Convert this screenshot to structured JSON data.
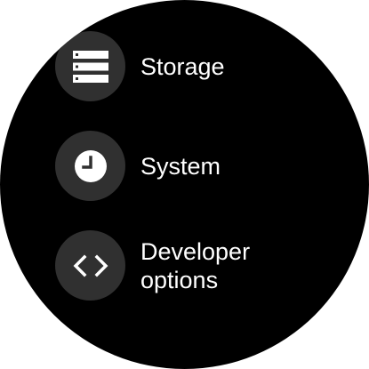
{
  "menu": {
    "items": [
      {
        "label": "Storage",
        "icon": "storage-icon"
      },
      {
        "label": "System",
        "icon": "clock-icon"
      },
      {
        "label": "Developer options",
        "icon": "code-icon"
      }
    ]
  },
  "colors": {
    "background": "#000000",
    "icon_circle": "#303030",
    "icon_foreground": "#ffffff",
    "text": "#ffffff"
  }
}
